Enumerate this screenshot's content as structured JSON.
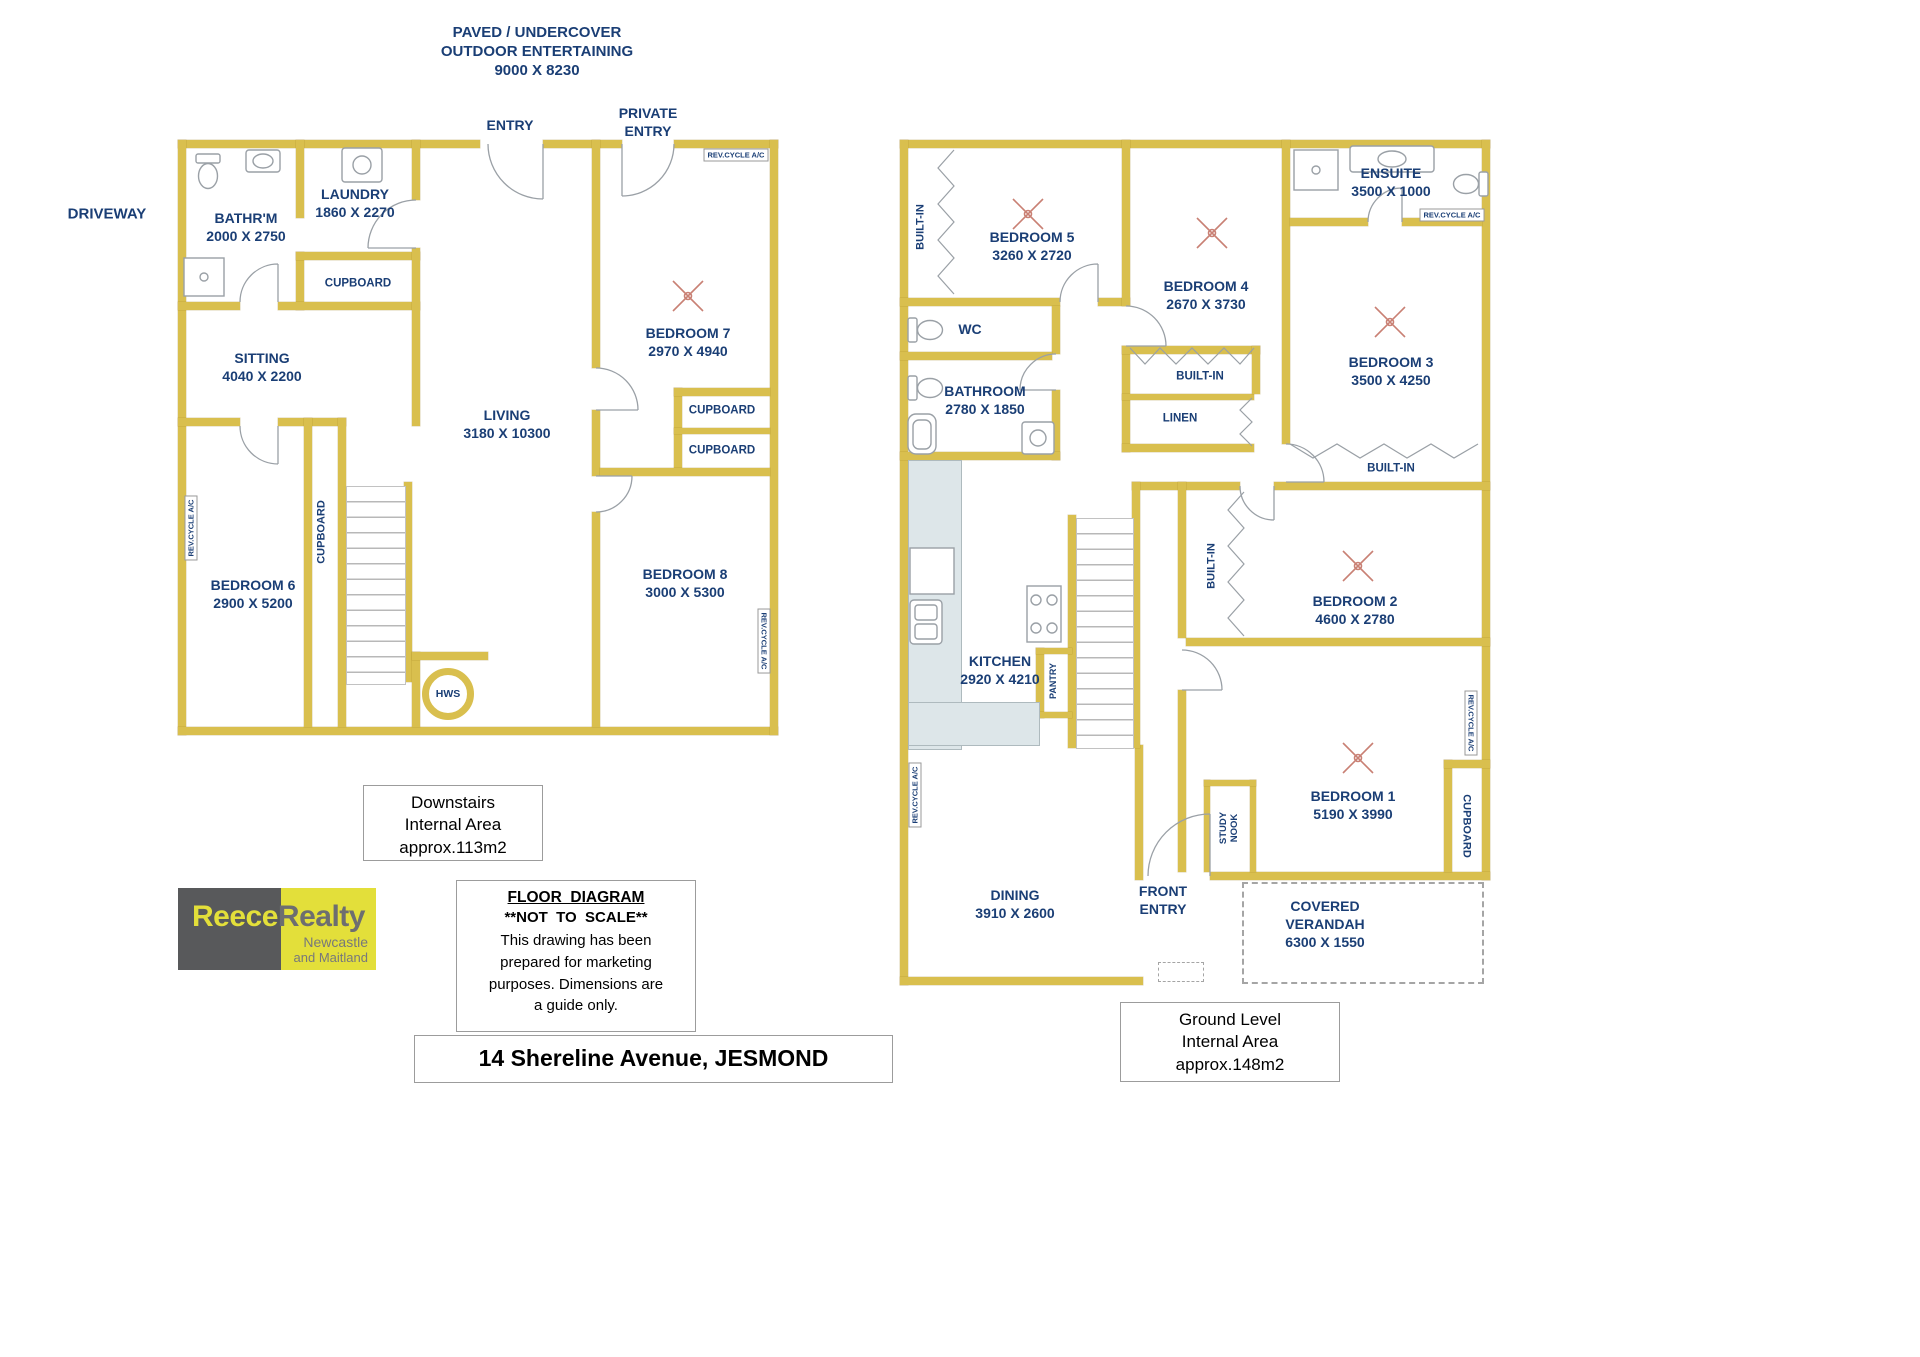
{
  "address": "14 Shereline Avenue, JESMOND",
  "colors": {
    "wall": "#d9bf4e",
    "label_text": "#1a3e75",
    "fan": "#c98074",
    "logo_yellow": "#e3df3a",
    "logo_gray": "#58595b"
  },
  "notes_box": {
    "title": "FLOOR  DIAGRAM",
    "scale": "**NOT  TO  SCALE**",
    "body": "This drawing has been\nprepared for marketing\npurposes. Dimensions are\na guide only."
  },
  "logo": {
    "brand_left": "Reece",
    "brand_right": "Realty",
    "sub1": "Newcastle",
    "sub2": "and Maitland"
  },
  "downstairs": {
    "header": "PAVED / UNDERCOVER\nOUTDOOR ENTERTAINING\n9000 X 8230",
    "entry": "ENTRY",
    "private_entry": "PRIVATE\nENTRY",
    "driveway": "DRIVEWAY",
    "ac": "REV.CYCLE A/C",
    "area_box": "Downstairs\nInternal Area\napprox.113m2",
    "rooms": {
      "bathroom": "BATHR'M\n2000 X 2750",
      "laundry": "LAUNDRY\n1860 X 2270",
      "cupboard_laundry": "CUPBOARD",
      "sitting": "SITTING\n4040 X 2200",
      "living": "LIVING\n3180 X 10300",
      "bedroom7": "BEDROOM 7\n2970 X 4940",
      "cupboard_a": "CUPBOARD",
      "cupboard_b": "CUPBOARD",
      "cupboard_stairs": "CUPBOARD",
      "bedroom6": "BEDROOM 6\n2900 X 5200",
      "bedroom8": "BEDROOM 8\n3000 X 5300",
      "hws": "HWS"
    }
  },
  "ground": {
    "ac": "REV.CYCLE A/C",
    "area_box": "Ground Level\nInternal Area\napprox.148m2",
    "rooms": {
      "builtin_bed5": "BUILT-IN",
      "bedroom5": "BEDROOM 5\n3260 X 2720",
      "bedroom4": "BEDROOM 4\n2670 X 3730",
      "ensuite": "ENSUITE\n3500 X 1000",
      "bedroom3": "BEDROOM 3\n3500 X 4250",
      "wc": "WC",
      "bathroom": "BATHROOM\n2780 X 1850",
      "builtin_bed4": "BUILT-IN",
      "linen": "LINEN",
      "builtin_bed3": "BUILT-IN",
      "builtin_bed2": "BUILT-IN",
      "bedroom2": "BEDROOM 2\n4600 X 2780",
      "kitchen": "KITCHEN\n2920 X 4210",
      "pantry": "PANTRY",
      "bedroom1": "BEDROOM 1\n5190 X 3990",
      "cupboard_bed1": "CUPBOARD",
      "study_nook": "STUDY\nNOOK",
      "dining": "DINING\n3910 X 2600",
      "front_entry": "FRONT\nENTRY",
      "verandah": "COVERED\nVERANDAH\n6300 X 1550"
    }
  }
}
